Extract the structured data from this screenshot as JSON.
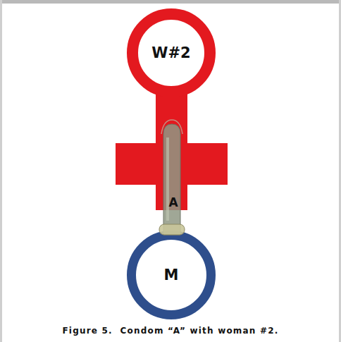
{
  "diagram": {
    "caption": "Figure 5.  Condom “A” with woman #2.",
    "nodes": [
      {
        "text": [
          "W#2"
        ]
      },
      {
        "text": [
          "M"
        ]
      }
    ],
    "labels": [
      "A"
    ]
  }
}
